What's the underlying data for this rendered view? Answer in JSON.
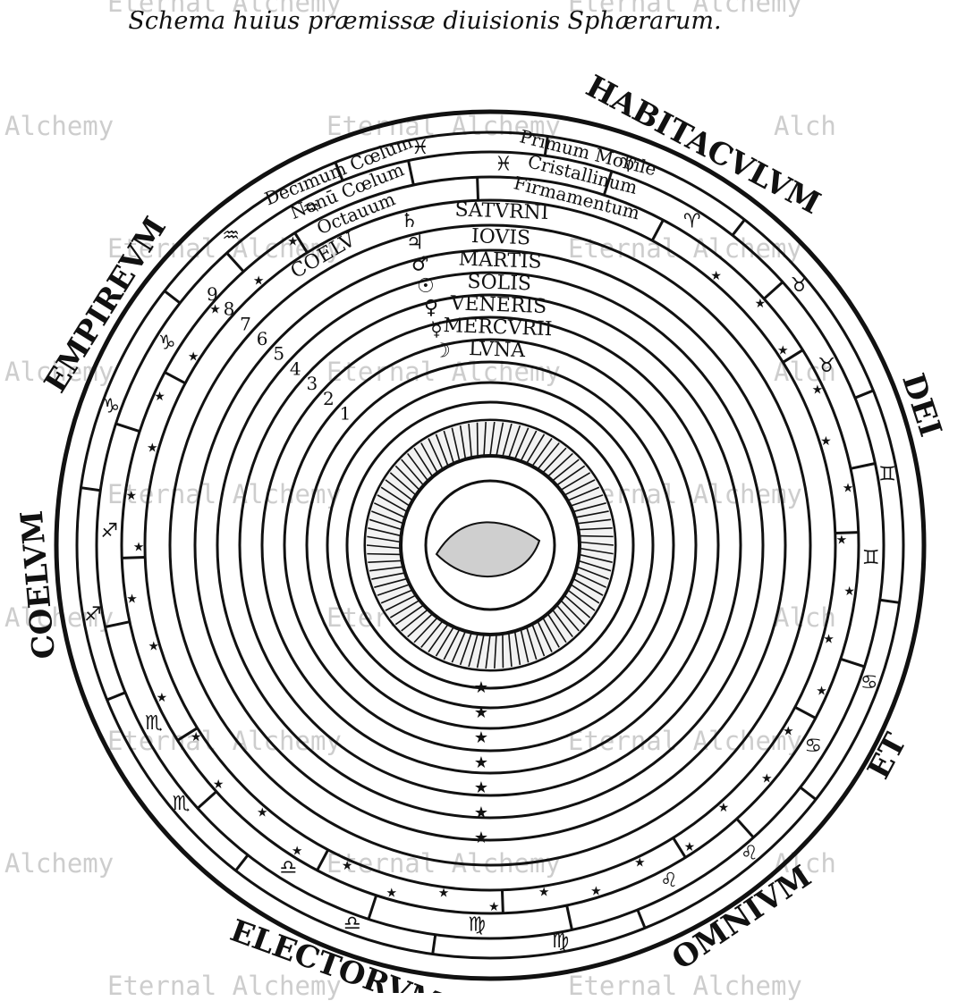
{
  "title": "Schema huius præmissæ diuisionis Sphærarum.",
  "outer_inscription": [
    {
      "text": "EMPIREVM",
      "angle": -58
    },
    {
      "text": "HABITACVLVM",
      "angle": 28
    },
    {
      "text": "DEI",
      "angle": 72
    },
    {
      "text": "ET",
      "angle": 118
    },
    {
      "text": "OMNIVM",
      "angle": 146
    },
    {
      "text": "ELECTORVM",
      "angle": 200
    },
    {
      "text": "COELVM",
      "angle": -95
    }
  ],
  "sphere_labels": [
    {
      "text": "Decimum Cœlum",
      "ring": 0
    },
    {
      "text": "Primum Mobile",
      "ring": 0
    },
    {
      "text": "Nonū Cœlum",
      "ring": 1
    },
    {
      "text": "Cristallinum",
      "ring": 1
    },
    {
      "text": "Octauum",
      "ring": 2
    },
    {
      "text": "Firmamentum",
      "ring": 2
    },
    {
      "text": "COELV",
      "ring": 3
    },
    {
      "text": "SATVRNI",
      "ring": 3
    },
    {
      "text": "IOVIS",
      "ring": 4
    },
    {
      "text": "MARTIS",
      "ring": 5
    },
    {
      "text": "SOLIS",
      "ring": 6
    },
    {
      "text": "VENERIS",
      "ring": 7
    },
    {
      "text": "MERCVRII",
      "ring": 8
    },
    {
      "text": "LVNA",
      "ring": 9
    }
  ],
  "sphere_numbers": [
    "1",
    "2",
    "3",
    "4",
    "5",
    "6",
    "7",
    "8",
    "9"
  ],
  "zodiac_glyphs": [
    "♈",
    "♉",
    "♊",
    "♋",
    "♌",
    "♍",
    "♎",
    "♏",
    "♐",
    "♑",
    "♒",
    "♓"
  ],
  "planet_glyphs": [
    "♄",
    "♃",
    "♂",
    "☉",
    "♀",
    "☿",
    "☽"
  ],
  "watermark": "Eternal Alchemy",
  "watermark_short": "Alchemy",
  "watermark_partial": "Alch"
}
